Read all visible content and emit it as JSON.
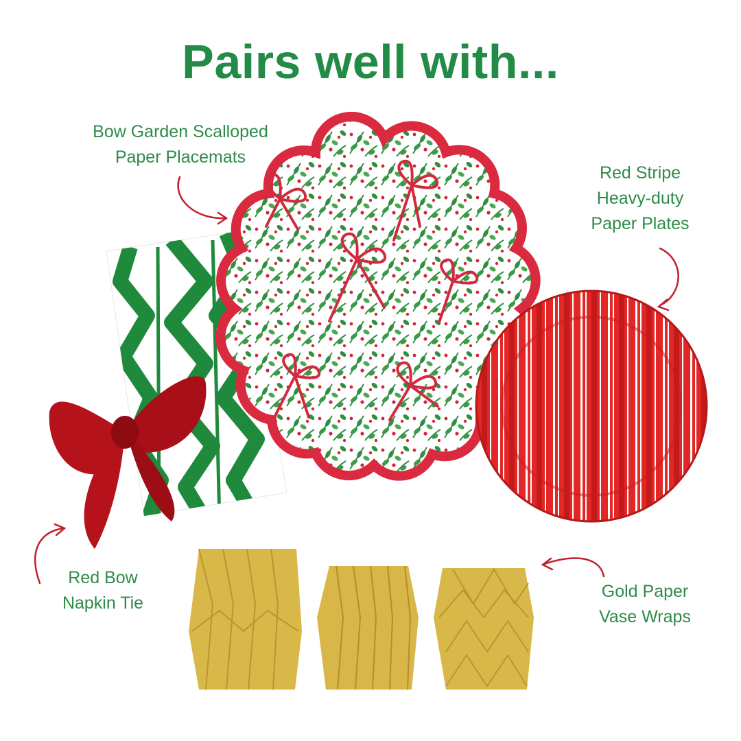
{
  "title": "Pairs well with...",
  "products": {
    "placemats": {
      "line1": "Bow Garden Scalloped",
      "line2": "Paper Placemats"
    },
    "plates": {
      "line1": "Red Stripe",
      "line2": "Heavy-duty",
      "line3": "Paper Plates"
    },
    "napkin_tie": {
      "line1": "Red Bow",
      "line2": "Napkin Tie"
    },
    "vase_wraps": {
      "line1": "Gold Paper",
      "line2": "Vase Wraps"
    }
  },
  "colors": {
    "title_green": "#228b45",
    "label_green": "#2e8b48",
    "arrow_red": "#c0202a",
    "placemat_rim": "#d92a3f",
    "ikat_green": "#1f8a3c",
    "plate_red": "#e02525",
    "bow_red": "#b5121b",
    "gold": "#d9b84a"
  },
  "icons": [
    "curved-arrow-icon"
  ]
}
